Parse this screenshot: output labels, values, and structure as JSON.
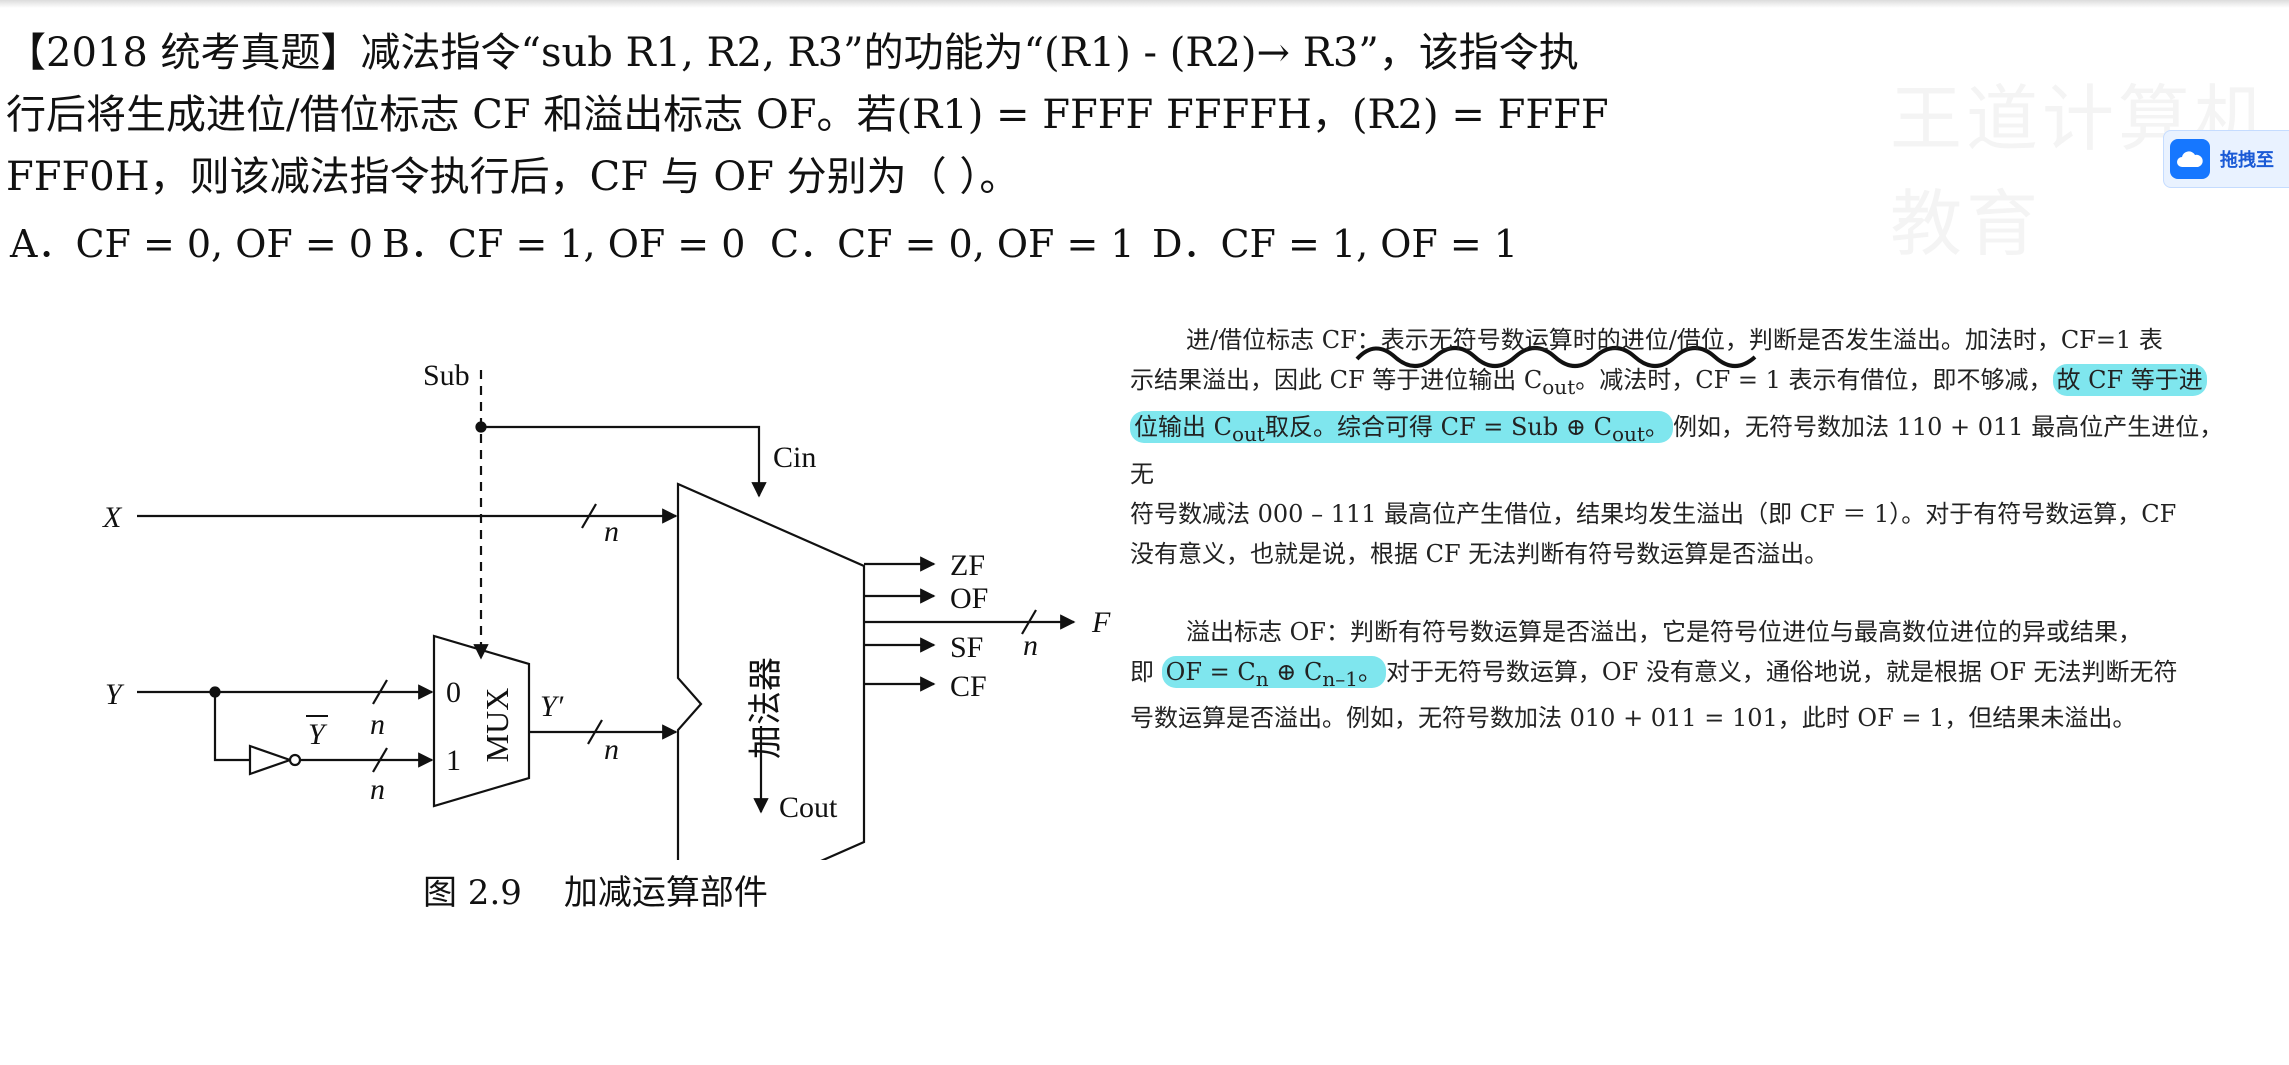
{
  "question": {
    "lines": [
      "【2018 统考真题】减法指令“sub R1, R2, R3”的功能为“(R1) - (R2)→ R3”，该指令执",
      "行后将生成进位/借位标志 CF 和溢出标志 OF。若(R1) = FFFF FFFFH，(R2) = FFFF",
      "FFF0H，则该减法指令执行后，CF 与 OF 分别为（ ）。"
    ],
    "options": [
      "A．CF = 0, OF = 0",
      "B．CF = 1, OF = 0",
      "C．CF = 0, OF = 1",
      "D．CF = 1, OF = 1"
    ]
  },
  "watermark": "王道计算机教育",
  "drag_button": {
    "label": "拖拽至"
  },
  "diagram": {
    "labels": {
      "sub": "Sub",
      "cin": "Cin",
      "x": "X",
      "y": "Y",
      "ybar": "Y",
      "n1": "n",
      "n2": "n",
      "n3": "n",
      "n4": "n",
      "n5": "n",
      "mux": "MUX",
      "mux0": "0",
      "mux1": "1",
      "yprime": "Y′",
      "adder": "加法器",
      "zf": "ZF",
      "of": "OF",
      "sf": "SF",
      "cf": "CF",
      "f": "F",
      "cout": "Cout"
    },
    "caption_num": "图 2.9",
    "caption_text": "加减运算部件"
  },
  "explanation": {
    "cf_title": "进/借位标志 CF：",
    "cf_l1": "表示无符号数运算时的进位/借位，判断是否发生溢出。加法时，CF=1 表",
    "cf_l2a": "示结果溢出，因此 CF 等于进位输出 C",
    "cf_sub_out": "out",
    "cf_l2b": "。减法时，CF = 1 表示有借位，即不够减，",
    "cf_hl1": "故 CF 等于进",
    "cf_hl2a": "位输出 C",
    "cf_hl2b": "取反。综合可得 CF = Sub ⊕ C",
    "cf_hl2c": "。",
    "cf_l3": "例如，无符号数加法 110 + 011 最高位产生进位，无",
    "cf_l4": "符号数减法 000 – 111 最高位产生借位，结果均发生溢出（即 CF ＝ 1）。对于有符号数运算，CF",
    "cf_l5": "没有意义，也就是说，根据 CF 无法判断有符号数运算是否溢出。",
    "of_title": "溢出标志 OF：",
    "of_l1": "判断有符号数运算是否溢出，它是符号位进位与最高数位进位的异或结果，",
    "of_l2a": "即 ",
    "of_hl_a": "OF = C",
    "of_sub_n": "n",
    "of_hl_b": " ⊕ C",
    "of_sub_n1": "n–1",
    "of_hl_c": "。",
    "of_l2b": "对于无符号数运算，OF 没有意义，通俗地说，就是根据 OF 无法判断无符",
    "of_l3": "号数运算是否溢出。例如，无符号数加法 010 + 011 = 101，此时 OF = 1，但结果未溢出。"
  }
}
